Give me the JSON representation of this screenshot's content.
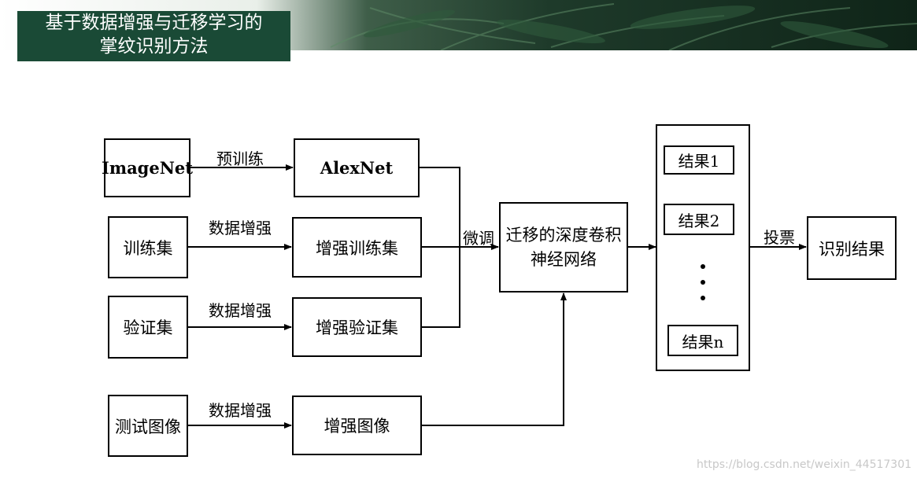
{
  "title": {
    "line1": "基于数据增强与迁移学习的",
    "line2": "掌纹识别方法"
  },
  "diagram": {
    "inputs": {
      "imagenet": "ImageNet",
      "train": "训练集",
      "val": "验证集",
      "test": "测试图像"
    },
    "edge_labels": {
      "pretrain": "预训练",
      "aug1": "数据增强",
      "aug2": "数据增强",
      "aug3": "数据增强",
      "finetune": "微调",
      "vote": "投票"
    },
    "stage2": {
      "alexnet": "AlexNet",
      "aug_train": "增强训练集",
      "aug_val": "增强验证集",
      "aug_img": "增强图像"
    },
    "cnn": {
      "line1": "迁移的深度卷积",
      "line2": "神经网络"
    },
    "results": {
      "r1": "结果1",
      "r2": "结果2",
      "rn": "结果n"
    },
    "output": "识别结果"
  },
  "watermark": "https://blog.csdn.net/weixin_44517301"
}
